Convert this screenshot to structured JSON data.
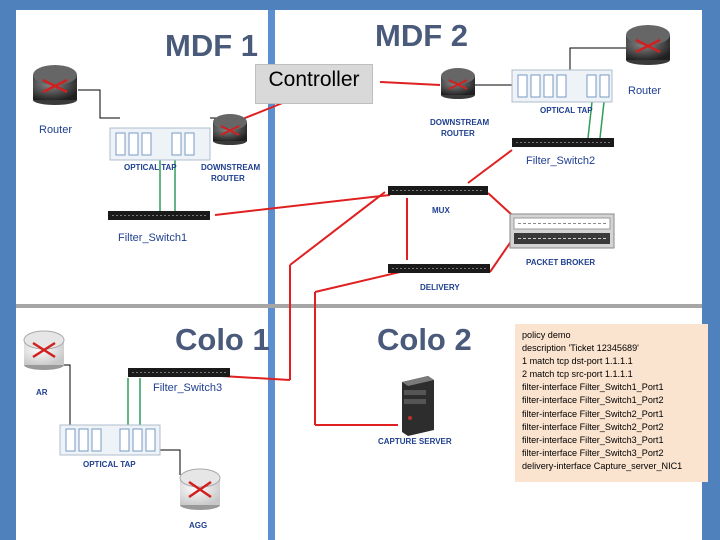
{
  "zones": {
    "mdf1": "MDF 1",
    "mdf2": "MDF 2",
    "colo1": "Colo 1",
    "colo2": "Colo 2"
  },
  "controller": "Controller",
  "labels": {
    "router_left": "Router",
    "router_right": "Router",
    "filter_switch1": "Filter_Switch1",
    "filter_switch2": "Filter_Switch2",
    "filter_switch3": "Filter_Switch3",
    "optical_tap_left": "OPTICAL TAP",
    "optical_tap_right": "OPTICAL TAP",
    "optical_tap_colo": "OPTICAL TAP",
    "downstream_router_left": [
      "DOWNSTREAM",
      "ROUTER"
    ],
    "downstream_router_right": [
      "DOWNSTREAM",
      "ROUTER"
    ],
    "mux": "MUX",
    "delivery": "DELIVERY",
    "packet_broker": "PACKET BROKER",
    "ar": "AR",
    "agg": "AGG",
    "capture_server": "CAPTURE SERVER"
  },
  "policy_lines": [
    "policy demo",
    "description 'Ticket 12345689'",
    "1 match tcp dst-port 1.1.1.1",
    "2 match tcp src-port 1.1.1.1",
    "filter-interface Filter_Switch1_Port1",
    "filter-interface Filter_Switch1_Port2",
    "filter-interface Filter_Switch2_Port1",
    "filter-interface Filter_Switch2_Port2",
    "filter-interface Filter_Switch3_Port1",
    "filter-interface Filter_Switch3_Port2",
    "delivery-interface Capture_server_NIC1"
  ],
  "colors": {
    "frame": "#4f81bd",
    "link_red": "#e02020",
    "link_green": "#2e9e5a",
    "divider": "#a6a6a6",
    "label_blue": "#1f3f8f",
    "note_bg": "#fae3cf",
    "controller_bg": "#d9d9d9"
  }
}
